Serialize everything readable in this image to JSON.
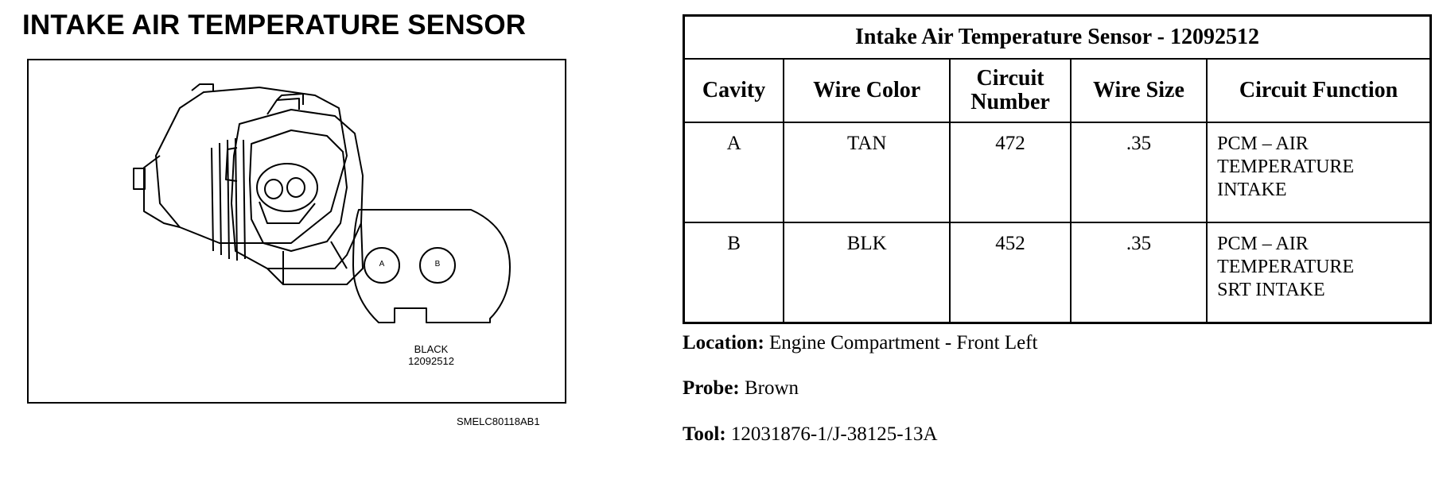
{
  "left_title": "INTAKE AIR TEMPERATURE SENSOR",
  "diagram": {
    "connector_color": "BLACK",
    "connector_part": "12092512",
    "figure_id": "SMELC80118AB1",
    "pins": [
      "A",
      "B"
    ]
  },
  "table": {
    "title": "Intake Air Temperature Sensor - 12092512",
    "headers": {
      "cavity": "Cavity",
      "wire_color": "Wire Color",
      "circuit_number_line1": "Circuit",
      "circuit_number_line2": "Number",
      "wire_size": "Wire Size",
      "circuit_function": "Circuit Function"
    },
    "rows": [
      {
        "cavity": "A",
        "wire_color": "TAN",
        "circuit_number": "472",
        "wire_size": ".35",
        "function_lines": [
          "PCM – AIR",
          "TEMPERATURE",
          "INTAKE"
        ]
      },
      {
        "cavity": "B",
        "wire_color": "BLK",
        "circuit_number": "452",
        "wire_size": ".35",
        "function_lines": [
          "PCM – AIR",
          "TEMPERATURE",
          "SRT INTAKE"
        ]
      }
    ]
  },
  "info": {
    "location_label": "Location:",
    "location_value": "Engine Compartment - Front Left",
    "probe_label": "Probe:",
    "probe_value": "Brown",
    "tool_label": "Tool:",
    "tool_value": "12031876-1/J-38125-13A"
  }
}
